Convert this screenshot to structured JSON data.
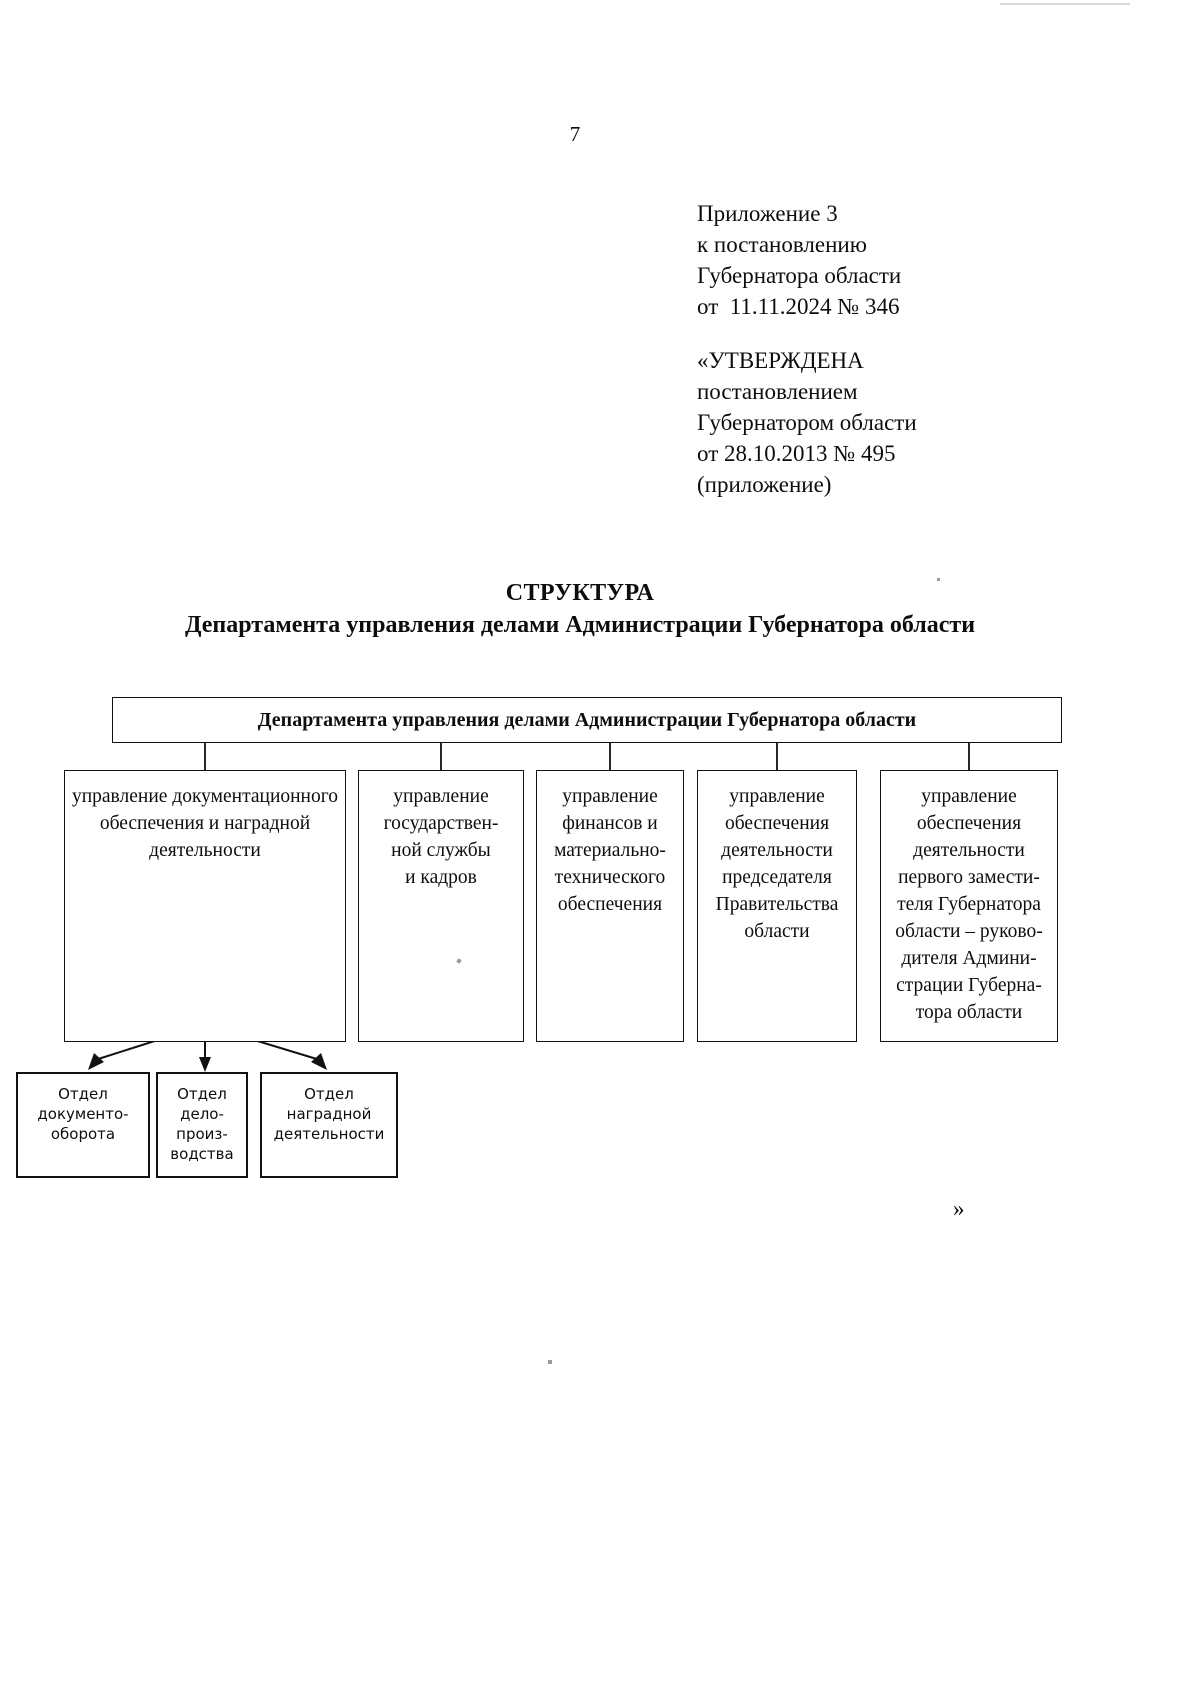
{
  "page": {
    "number": "7",
    "closing_quote": "»"
  },
  "header": {
    "appendix": "Приложение 3\nк постановлению\nГубернатора области\nот  11.11.2024 № 346",
    "approved": "«УТВЕРЖДЕНА\nпостановлением\nГубернатором области\nот 28.10.2013 № 495\n(приложение)"
  },
  "title": {
    "main": "СТРУКТУРА",
    "sub": "Департамента управления делами Администрации Губернатора области"
  },
  "chart_data": {
    "type": "diagram",
    "title": "СТРУКТУРА Департамента управления делами Администрации Губернатора области",
    "root": {
      "label": "Департамента управления делами Администрации Губернатора области"
    },
    "units": [
      {
        "label": "управление документационного\nобеспечения и наградной\nдеятельности"
      },
      {
        "label": "управление\nгосударствен-\nной службы\nи кадров"
      },
      {
        "label": "управление\nфинансов и\nматериально-\nтехнического\nобеспечения"
      },
      {
        "label": "управление\nобеспечения\nдеятельности\nпредседателя\nПравительства\nобласти"
      },
      {
        "label": "управление\nобеспечения\nдеятельности\nпервого замести-\nтеля Губернатора\nобласти – руково-\nдителя Админи-\nстрации Губерна-\nтора области"
      }
    ],
    "departments": [
      {
        "label": "Отдел\nдокументо-\nоборота",
        "parent": 0
      },
      {
        "label": "Отдел\nдело-\nпроиз-\nводства",
        "parent": 0
      },
      {
        "label": "Отдел\nнаградной\nдеятельности",
        "parent": 0
      }
    ],
    "colors": {
      "line": "#111111",
      "text": "#0d0d0d",
      "background": "#ffffff"
    }
  }
}
